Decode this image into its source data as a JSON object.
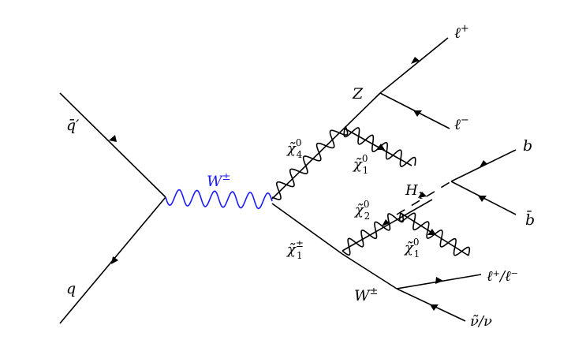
{
  "labels": {
    "qbar_prime": "q̄′",
    "q": "q",
    "W_s_channel": {
      "base": "W",
      "sup": "±"
    },
    "chi4": {
      "base": "χ̃",
      "sup": "0",
      "sub": "4"
    },
    "chi1_pm": {
      "base": "χ̃",
      "sup": "±",
      "sub": "1"
    },
    "Z": "Z",
    "chi1_0_top": {
      "base": "χ̃",
      "sup": "0",
      "sub": "1"
    },
    "lplus": {
      "base": "ℓ",
      "sup": "+"
    },
    "lminus": {
      "base": "ℓ",
      "sup": "−"
    },
    "H1": {
      "base": "H",
      "sub": "1"
    },
    "b": "b",
    "bbar": "b̄",
    "chi2": {
      "base": "χ̃",
      "sup": "0",
      "sub": "2"
    },
    "chi1_0_bottom": {
      "base": "χ̃",
      "sup": "0",
      "sub": "1"
    },
    "W_decay": {
      "base": "W",
      "sup": "±"
    },
    "lepton_out": "ℓ⁺/ℓ⁻",
    "neutrino_out": "ν̃/ν"
  },
  "colors": {
    "ink": "#000000",
    "w_propagator": "#1a1aff"
  }
}
